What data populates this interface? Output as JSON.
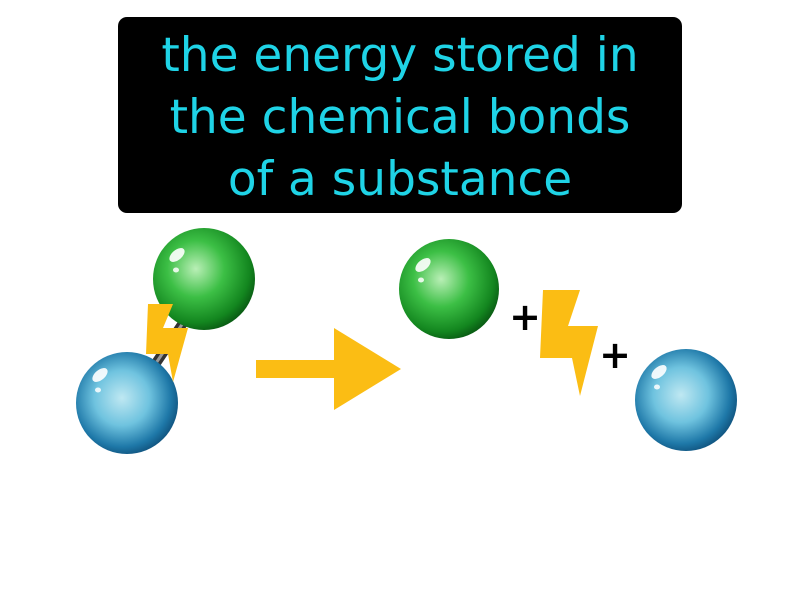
{
  "caption": {
    "lines": [
      "the energy stored in",
      "the chemical bonds",
      "of a substance"
    ]
  },
  "diagram": {
    "plus_signs": [
      "+",
      "+"
    ],
    "colors": {
      "caption_text": "#1fd3e6",
      "caption_background": "#000000",
      "green_atom": "#1a9e2a",
      "blue_atom": "#1f7fb0",
      "energy_bolt": "#fbbd14",
      "arrow": "#fbbd14",
      "bond": "#333333"
    },
    "icons": {
      "reactant_atom_green": "green-sphere-icon",
      "reactant_atom_blue": "blue-sphere-icon",
      "bond_energy": "lightning-bolt-icon",
      "reaction_arrow": "right-arrow-icon",
      "released_energy": "lightning-bolt-icon"
    }
  }
}
